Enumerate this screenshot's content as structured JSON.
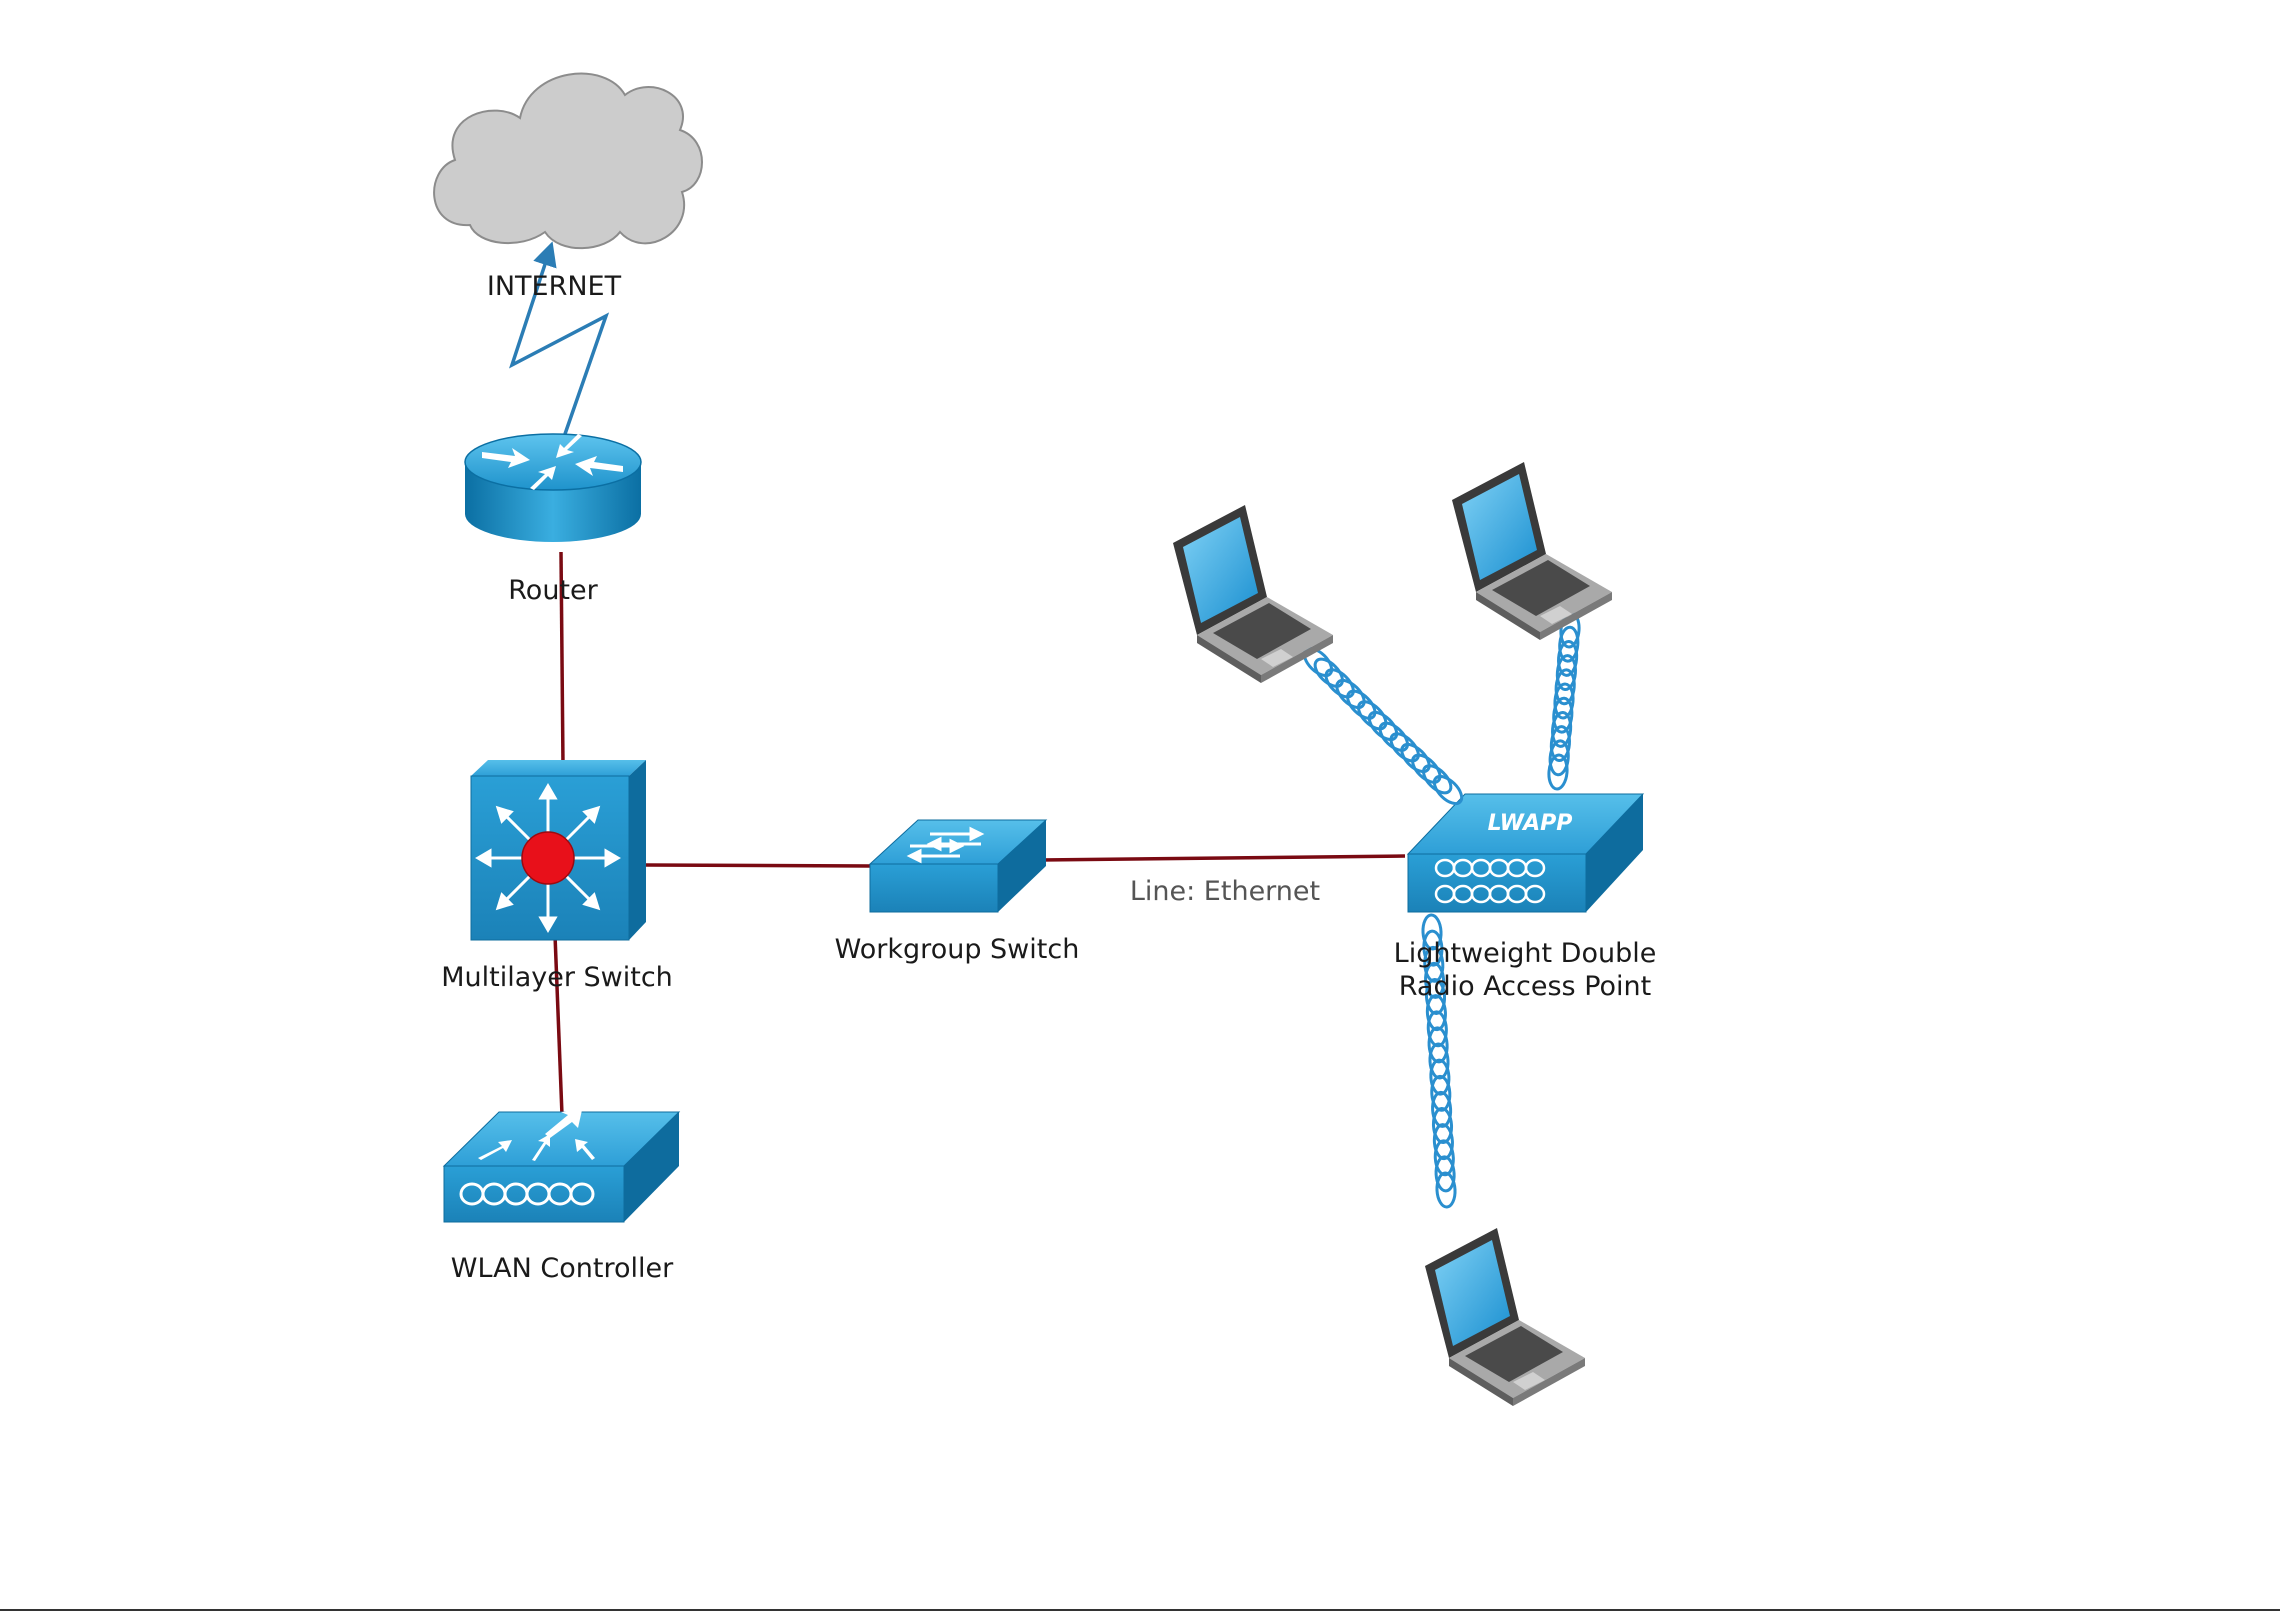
{
  "labels": {
    "internet": "INTERNET",
    "router": "Router",
    "multilayer_switch": "Multilayer Switch",
    "wlan_controller": "WLAN Controller",
    "workgroup_switch": "Workgroup Switch",
    "ethernet_line": "Line: Ethernet",
    "access_point_line1": "Lightweight Double",
    "access_point_line2": "Radio Access Point",
    "lwapp_badge": "LWAPP"
  },
  "colors": {
    "device_blue": "#1e8fc6",
    "device_blue_dark": "#0b5f8c",
    "device_blue_light": "#4fb6e3",
    "link_red": "#7a0a12",
    "cloud_fill": "#cccccc",
    "cloud_stroke": "#8c8c8c",
    "serial_link": "#2b7db5",
    "wireless_coil": "#2a8fcf",
    "switch_core_red": "#e8101a"
  },
  "icons": {
    "internet": "cloud-icon",
    "router": "router-icon",
    "multilayer_switch": "multilayer-switch-icon",
    "wlan_controller": "wlan-controller-icon",
    "workgroup_switch": "workgroup-switch-icon",
    "access_point": "access-point-icon",
    "laptop": "laptop-icon"
  }
}
